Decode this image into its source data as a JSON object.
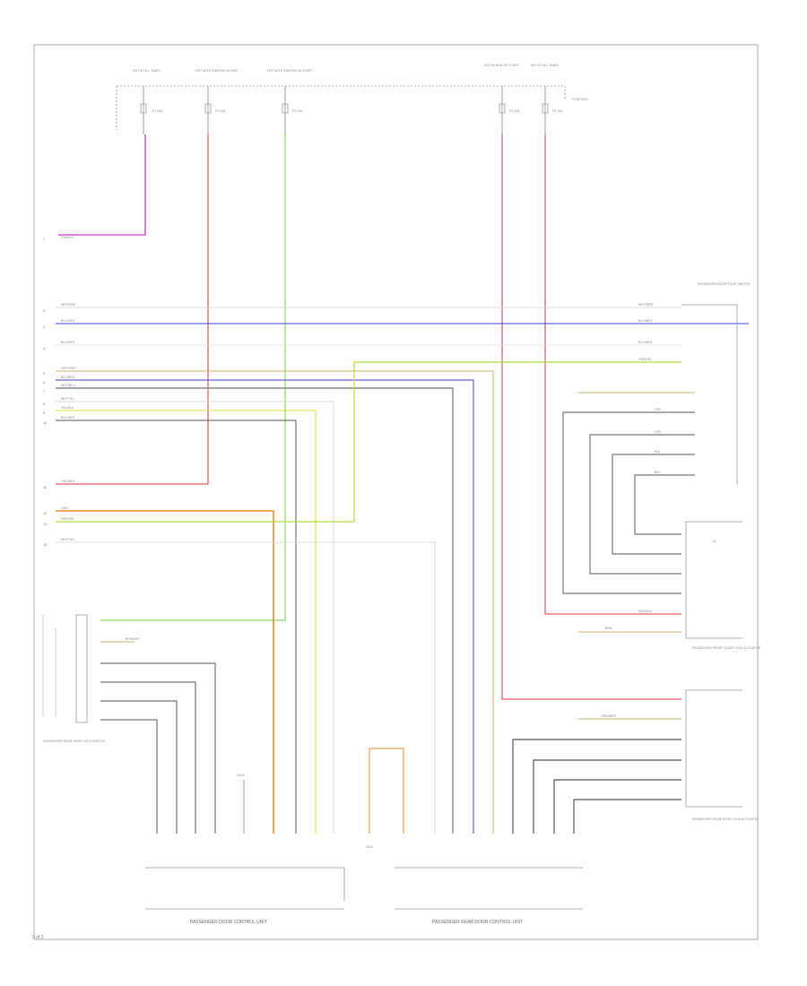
{
  "diagram": {
    "page_number": "2 of 2",
    "wire_colors": {
      "pink": "#d05ad0",
      "red": "#e83040",
      "green": "#6ed838",
      "blue": "#3c3cf0",
      "orange": "#f08a28",
      "yellow": "#dede30",
      "white": "#d8d8d8",
      "grey": "#a0a0a0",
      "black": "#555555",
      "tan": "#d0b070",
      "lime": "#b0e040",
      "violet": "#a050d0"
    },
    "top_feeds": [
      {
        "label": "HOT AT ALL TIMES",
        "fuse": "F1 10A"
      },
      {
        "label": "HOT WITH IGNITION IN RUN",
        "fuse": "F2 10A"
      },
      {
        "label": "HOT WITH IGNITION IN START",
        "fuse": "F3 10A"
      },
      {
        "label": "HOT IN RUN OR START",
        "fuse": "F4 10A"
      },
      {
        "label": "HOT AT ALL TIMES",
        "fuse": "F5 15A"
      }
    ],
    "fuse_box_label": "FUSE BOX",
    "left_wires": [
      {
        "pin": "1",
        "label": "PNK/BLK"
      },
      {
        "pin": "2",
        "label": "WHT/RED"
      },
      {
        "pin": "3",
        "label": "BLU/WHT"
      },
      {
        "pin": "4",
        "label": "BLU/WHT"
      },
      {
        "pin": "5",
        "label": "GRY/WHT"
      },
      {
        "pin": "6",
        "label": "BLU/RED"
      },
      {
        "pin": "7",
        "label": "WHT/BLU"
      },
      {
        "pin": "8",
        "label": "WHT/YEL"
      },
      {
        "pin": "9",
        "label": "YEL/BLK"
      },
      {
        "pin": "10",
        "label": "BLK/WHT"
      },
      {
        "pin": "11",
        "label": "ORG/BLK"
      },
      {
        "pin": "12",
        "label": "GRN"
      },
      {
        "pin": "13",
        "label": "GRN/YEL"
      },
      {
        "pin": "14",
        "label": "WHT/YEL"
      }
    ],
    "right_switch_label": "PASSENGER DOOR LOCK SWITCH",
    "right_switch_wires": [
      "WHT/RED",
      "BLU/WHT",
      "BLU/WHT",
      "GRN/YEL"
    ],
    "passenger_actuator_label": "PASSENGER FRONT DOOR LOCK ACTUATOR",
    "rear_actuator_label": "PASSENGER REAR DOOR LOCK ACTUATOR",
    "left_switch_label": "PASSENGER REAR DOOR LOCK SWITCH",
    "bottom_module_left": "PASSENGER DOOR CONTROL UNIT",
    "bottom_module_right": "PASSENGER REAR DOOR CONTROL UNIT",
    "ground_label": "G101",
    "splice_label": "S201",
    "short_wire_labels": [
      "BRN",
      "BRN/WHT",
      "GRN/WHT",
      "RED/BLK",
      "GRY",
      "BLK"
    ]
  }
}
